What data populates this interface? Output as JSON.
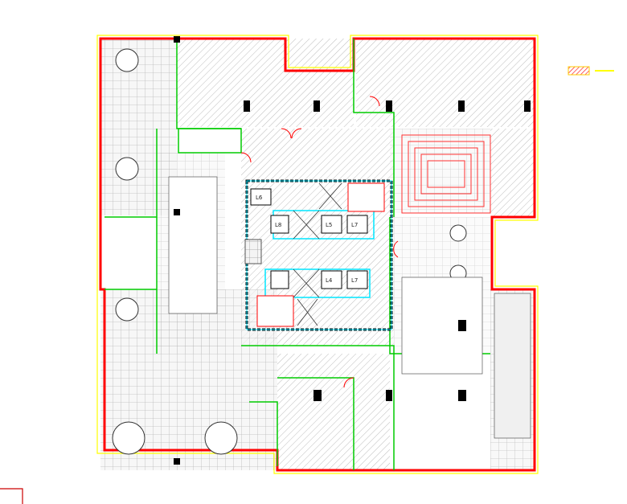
{
  "drawing": {
    "title": "Floor plan",
    "elevators": [
      {
        "label": "L6"
      },
      {
        "label": "L8"
      },
      {
        "label": "L5"
      },
      {
        "label": "L7"
      },
      {
        "label": "L4"
      },
      {
        "label": "L7"
      }
    ]
  },
  "colors": {
    "wall": "#ff0000",
    "outline": "#00cc00",
    "yellow": "#ffff00",
    "core": "#00e5ff",
    "hatch": "#b0b0b0",
    "column": "#000000"
  }
}
